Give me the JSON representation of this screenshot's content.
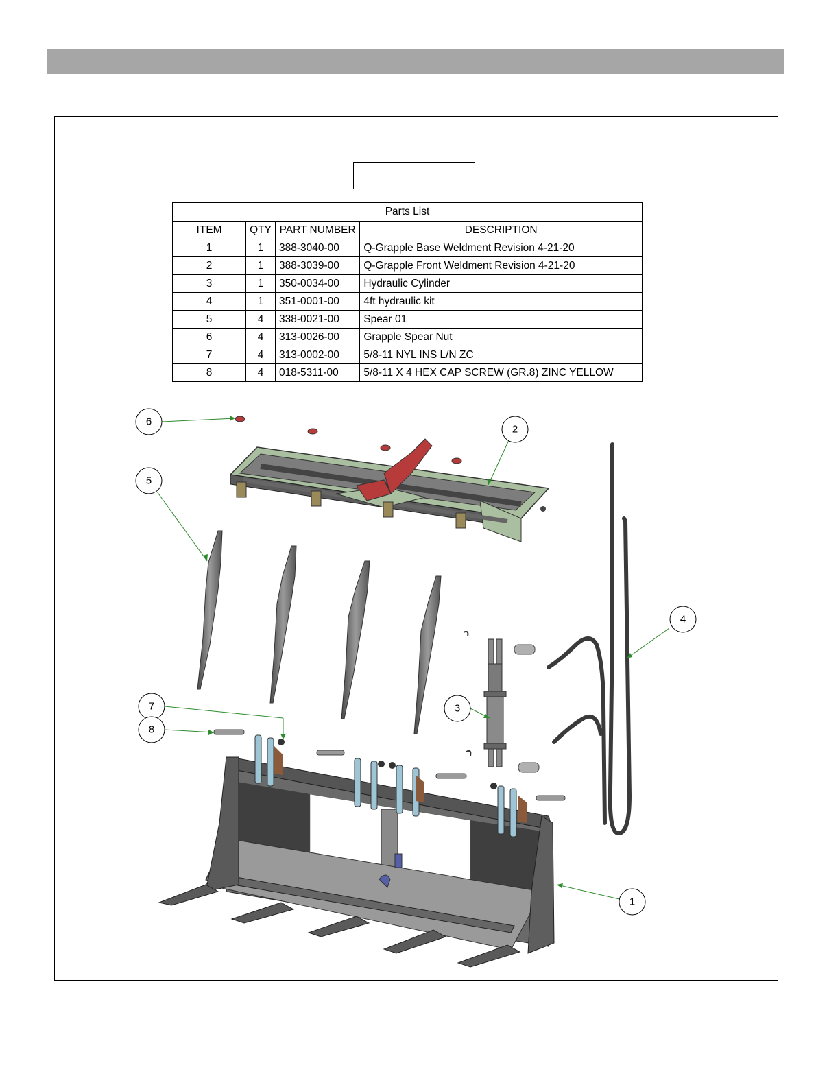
{
  "parts_list": {
    "caption": "Parts List",
    "columns": [
      "ITEM",
      "QTY",
      "PART NUMBER",
      "DESCRIPTION"
    ],
    "rows": [
      {
        "item": "1",
        "qty": "1",
        "part_number": "388-3040-00",
        "description": "Q-Grapple Base Weldment Revision 4-21-20"
      },
      {
        "item": "2",
        "qty": "1",
        "part_number": "388-3039-00",
        "description": "Q-Grapple Front Weldment Revision 4-21-20"
      },
      {
        "item": "3",
        "qty": "1",
        "part_number": "350-0034-00",
        "description": "Hydraulic Cylinder"
      },
      {
        "item": "4",
        "qty": "1",
        "part_number": "351-0001-00",
        "description": "4ft hydraulic kit"
      },
      {
        "item": "5",
        "qty": "4",
        "part_number": "338-0021-00",
        "description": "Spear 01"
      },
      {
        "item": "6",
        "qty": "4",
        "part_number": "313-0026-00",
        "description": "Grapple Spear Nut"
      },
      {
        "item": "7",
        "qty": "4",
        "part_number": "313-0002-00",
        "description": "5/8-11 NYL INS L/N ZC"
      },
      {
        "item": "8",
        "qty": "4",
        "part_number": "018-5311-00",
        "description": "5/8-11 X 4 HEX CAP SCREW (GR.8) ZINC YELLOW"
      }
    ]
  },
  "callouts": [
    {
      "label": "6"
    },
    {
      "label": "2"
    },
    {
      "label": "5"
    },
    {
      "label": "4"
    },
    {
      "label": "3"
    },
    {
      "label": "7"
    },
    {
      "label": "8"
    },
    {
      "label": "1"
    }
  ],
  "colors": {
    "header_bar": "#a6a6a6",
    "leader_line": "#2e8b2e",
    "steel": "#5a5a5a",
    "steel_light": "#8a8a8a",
    "front_weldment": "#a9bfa0",
    "spear_nut": "#b83b3b",
    "bracket": "#9ec5d6",
    "pad": "#9a8a5a"
  }
}
